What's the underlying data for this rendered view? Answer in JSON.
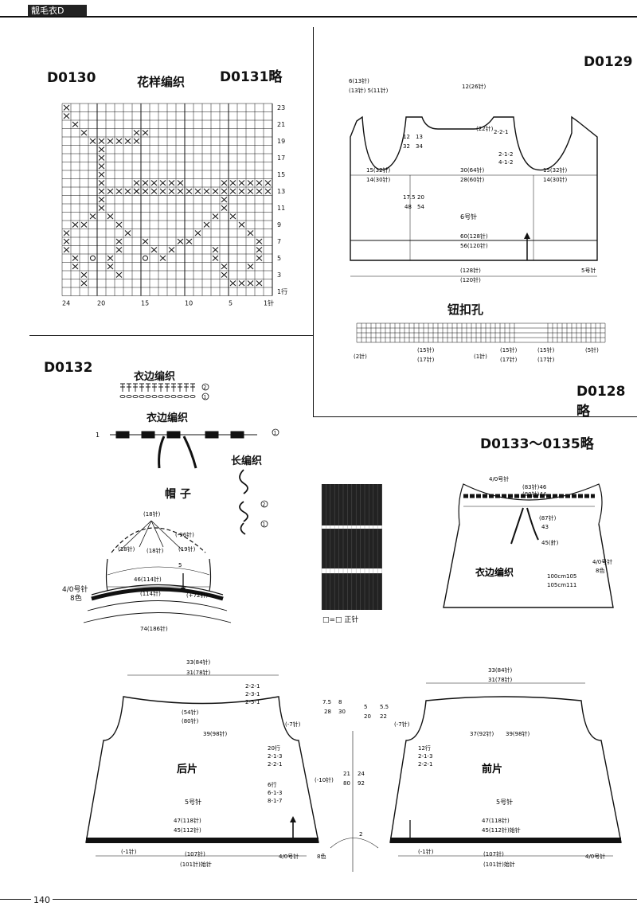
{
  "header": {
    "tab": "靓毛衣D"
  },
  "footer": {
    "page_number": "140"
  },
  "d0130": {
    "id": "D0130",
    "chart_title": "花样编织",
    "note": "D0131略",
    "row_labels": [
      "23",
      "21",
      "19",
      "17",
      "15",
      "13",
      "11",
      "9",
      "7",
      "5",
      "3",
      "1行"
    ],
    "col_labels": [
      "24",
      "20",
      "15",
      "10",
      "5",
      "1针"
    ]
  },
  "d0129": {
    "id": "D0129",
    "needle_body": "6号针",
    "needle_rib": "5号针",
    "buttonhole_title": "钮扣孔",
    "note": "D0128略",
    "labels": {
      "shoulder_left": "6(13针)",
      "shoulder_left_b": "(13针) 5(11针)",
      "neck": "12(26针)",
      "neck_row": "(22针)",
      "front_left": "15(32针)",
      "front_left_b": "14(30针)",
      "back": "30(64针)",
      "back_b": "28(60针)",
      "front_right": "15(32针)",
      "front_right_b": "14(30针)",
      "hem": "60(128针)",
      "hem_b": "56(120针)",
      "bottom": "(128针)",
      "bottom_b": "(120针)",
      "side_a": "17.5",
      "side_b": "48",
      "side_c": "20",
      "side_d": "54",
      "arm_a": "12",
      "arm_b": "32",
      "arm_c": "13",
      "arm_d": "34",
      "dec_1": "2-2-1",
      "dec_2": "2-1-2",
      "dec_3": "4-1-2",
      "bh_1": "(2针)",
      "bh_2": "(15针)",
      "bh_3": "(17针)",
      "bh_4": "(1针)",
      "bh_5": "(5针)"
    }
  },
  "d0132": {
    "id": "D0132",
    "edge_title_1": "衣边编织",
    "edge_title_2": "衣边编织",
    "long_title": "长编织",
    "hat_title": "帽 子",
    "hat_labels": {
      "top": "(18针)",
      "left": "(18针)",
      "center": "(18针)",
      "right": "(19针)",
      "dec": "(-96针)",
      "main": "46(114针)",
      "brim": "(114针)",
      "brim_side": "5",
      "inc": "(+72针)",
      "hook": "4/0号针",
      "color": "8色",
      "outer": "74(186针)"
    },
    "legend": "□=□ 正针"
  },
  "d0133": {
    "id": "D0133～0135略",
    "needle": "4/0号针",
    "edge_title": "衣边编织",
    "labels": {
      "top": "(83针)46",
      "top_b": "(80针)44",
      "row_a": "(87针)",
      "row_b": "43",
      "side": "45(針)",
      "bottom": "100cm105",
      "bottom_b": "105cm111",
      "color": "8色",
      "hook": "4/0号针"
    }
  },
  "back_panel": {
    "title": "后片",
    "needle": "5号针",
    "top": "33(84针)",
    "top_b": "31(78针)",
    "stitch_row": "(54针)",
    "stitch_row_b": "(80针)",
    "armhole": "39(98针)",
    "dec_a": "2-2-1",
    "dec_b": "2-3-1",
    "dec_c": "2-5-1",
    "side_a": "20行",
    "side_b": "2-1-3",
    "side_c": "2-2-1",
    "side_d": "6行",
    "side_e": "6-1-3",
    "side_f": "8-1-7",
    "hem": "47(118针)",
    "hem_b": "45(112针)",
    "bottom": "(107针)",
    "bottom_b": "(101针)始针",
    "minus_left": "(-1针)",
    "minus_right": "(-7针)",
    "hook": "4/0号针",
    "color": "8色"
  },
  "front_panel": {
    "title": "前片",
    "needle": "5号针",
    "top": "33(84针)",
    "top_b": "31(78针)",
    "neck": "37(92针)",
    "neck_b": "39(98针)",
    "dec_a": "12行",
    "dec_b": "2-1-3",
    "dec_c": "2-2-1",
    "hem": "47(118针)",
    "hem_b": "45(112针)始针",
    "bottom": "(107针)",
    "bottom_b": "(101针)始针",
    "minus_left": "(-1针)",
    "minus_right": "(-7针)",
    "hook": "4/0号针"
  },
  "middle_labels": {
    "a": "7.5",
    "b": "28",
    "c": "8",
    "d": "30",
    "e": "5",
    "f": "20",
    "g": "5.5",
    "h": "22",
    "len": "(-10针)",
    "len_a": "21",
    "len_b": "80",
    "len_c": "24",
    "len_d": "92",
    "rib": "2"
  }
}
